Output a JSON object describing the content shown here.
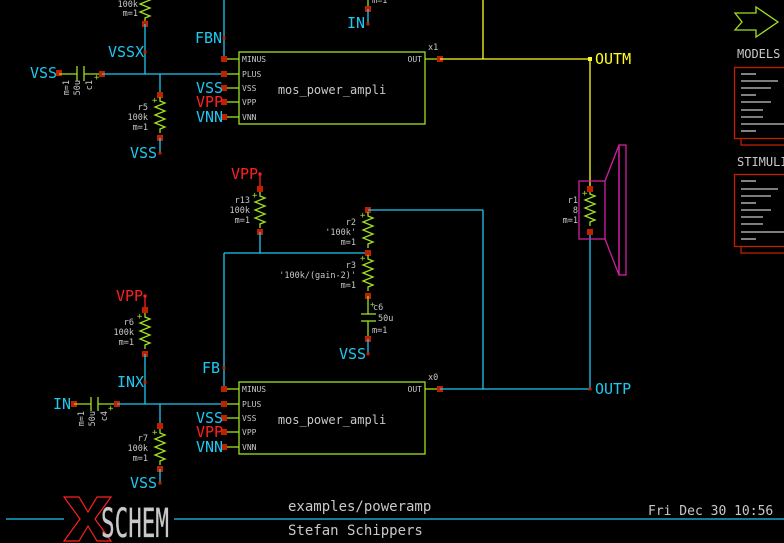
{
  "footer": {
    "path": "examples/poweramp",
    "author": "Stefan Schippers",
    "date": "Fri Dec 30 10:56",
    "logo_text": "XSCHEM"
  },
  "amp_top": {
    "instance": "x1",
    "cell": "mos_power_ampli",
    "pins": [
      "MINUS",
      "PLUS",
      "VSS",
      "VPP",
      "VNN"
    ],
    "out_pin": "OUT"
  },
  "amp_bottom": {
    "instance": "x0",
    "cell": "mos_power_ampli",
    "pins": [
      "MINUS",
      "PLUS",
      "VSS",
      "VPP",
      "VNN"
    ],
    "out_pin": "OUT"
  },
  "nets": {
    "fbn": "FBN",
    "fb": "FB",
    "in": "IN",
    "inx": "INX",
    "vssx": "VSSX",
    "vss": "VSS",
    "vpp": "VPP",
    "vnn": "VNN",
    "outm": "OUTM",
    "outp": "OUTP"
  },
  "components": {
    "r5": {
      "name": "r5",
      "value": "100k",
      "m": "m=1"
    },
    "r_top": {
      "value": "100k",
      "m": "m=1"
    },
    "c1": {
      "name": "c1",
      "value": "50u",
      "m": "m=1"
    },
    "r13": {
      "name": "r13",
      "value": "100k",
      "m": "m=1"
    },
    "r2": {
      "name": "r2",
      "value": "'100k'",
      "m": "m=1"
    },
    "r3": {
      "name": "r3",
      "value": "'100k/(gain-2)'",
      "m": "m=1"
    },
    "c6": {
      "name": "c6",
      "value": "50u",
      "m": "m=1"
    },
    "r6": {
      "name": "r6",
      "value": "100k",
      "m": "m=1"
    },
    "r7": {
      "name": "r7",
      "value": "100k",
      "m": "m=1"
    },
    "c4": {
      "name": "c4",
      "value": "50u",
      "m": "m=1"
    },
    "r1": {
      "name": "r1",
      "value": "8",
      "m": "m=1"
    }
  },
  "side": {
    "models_label": "MODELS",
    "stimuli_label": "STIMULI",
    "arrow_icon": "launcher-arrow-icon"
  },
  "colors": {
    "wire": "#1ec8f0",
    "vpp": "#ff2020",
    "outm": "#ffff20",
    "symbol": "#a0e020",
    "pin_marker": "#c02000",
    "speaker": "#d020a0"
  }
}
